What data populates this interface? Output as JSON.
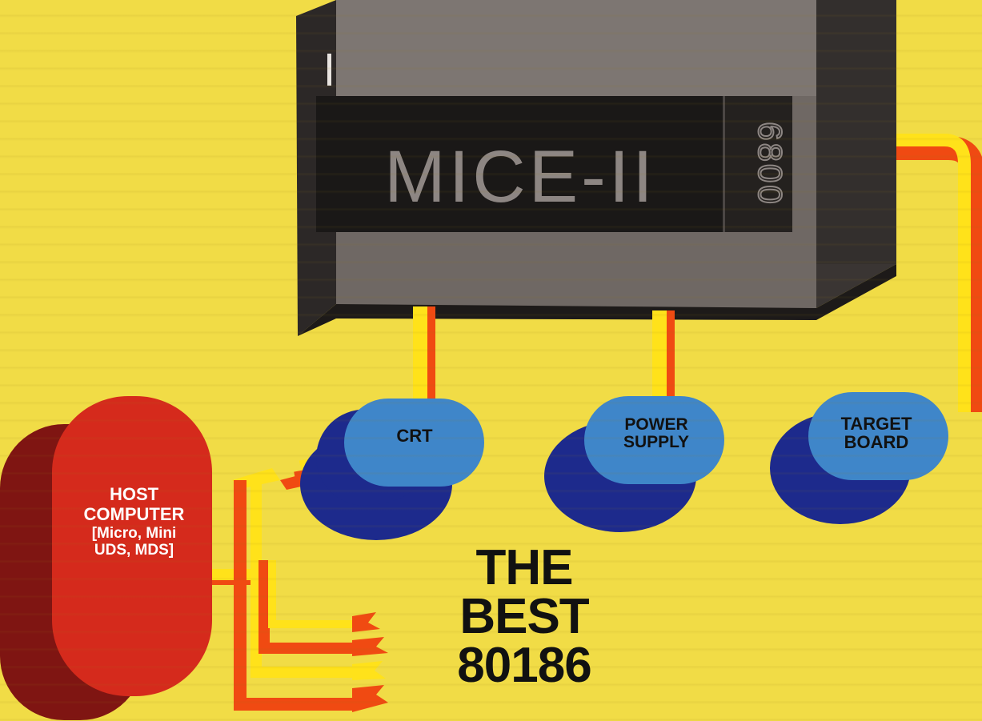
{
  "device": {
    "name": "MICE-II",
    "chip": "6800"
  },
  "modules": {
    "crt": "CRT",
    "power_supply": [
      "POWER",
      "SUPPLY"
    ],
    "target_board": [
      "TARGET",
      "BOARD"
    ]
  },
  "host": {
    "line1": "HOST",
    "line2": "COMPUTER",
    "line3": "[Micro, Mini",
    "line4": "UDS, MDS]"
  },
  "headline": [
    "THE",
    "BEST",
    "80186"
  ],
  "colors": {
    "background": "#f1dc46",
    "box_front": "#6e6763",
    "box_top": "#8f8885",
    "panel": "#1a1817",
    "module_face": "#3f86c9",
    "module_body": "#1d2a8c",
    "host_face": "#d52a1c",
    "host_side": "#7f1512",
    "cable_yellow": "#ffe21a",
    "cable_orange": "#f04a12"
  }
}
